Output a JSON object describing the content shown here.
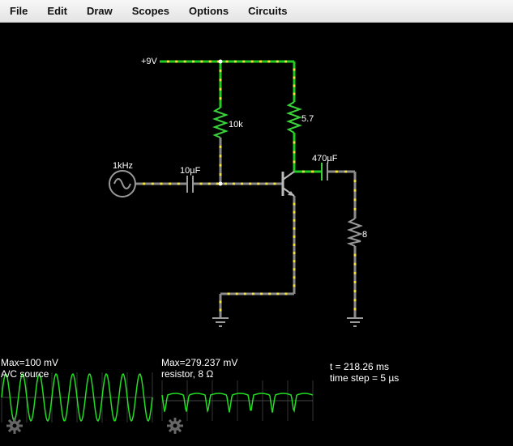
{
  "menu": {
    "file": "File",
    "edit": "Edit",
    "draw": "Draw",
    "scopes": "Scopes",
    "options": "Options",
    "circuits": "Circuits"
  },
  "circuit": {
    "supply_label": "+9V",
    "source_label": "1kHz",
    "input_cap_label": "10µF",
    "bias_resistor_label": "10k",
    "collector_resistor_label": "5.7",
    "output_cap_label": "470µF",
    "load_resistor_label": "8"
  },
  "scopes": [
    {
      "max_label": "Max=100 mV",
      "name_label": "A/C source"
    },
    {
      "max_label": "Max=279.237 mV",
      "name_label": "resistor, 8 Ω"
    }
  ],
  "sim_info": {
    "time": "t = 218.26 ms",
    "time_step": "time step = 5 µs"
  },
  "colors": {
    "wire_current": "#f5e23a",
    "wire_positive": "#22cc22",
    "wire_neutral": "#8a8a8a",
    "trace": "#22dd22",
    "background": "#000000"
  },
  "icons": [
    "settings-gear-icon",
    "settings-gear-icon"
  ]
}
